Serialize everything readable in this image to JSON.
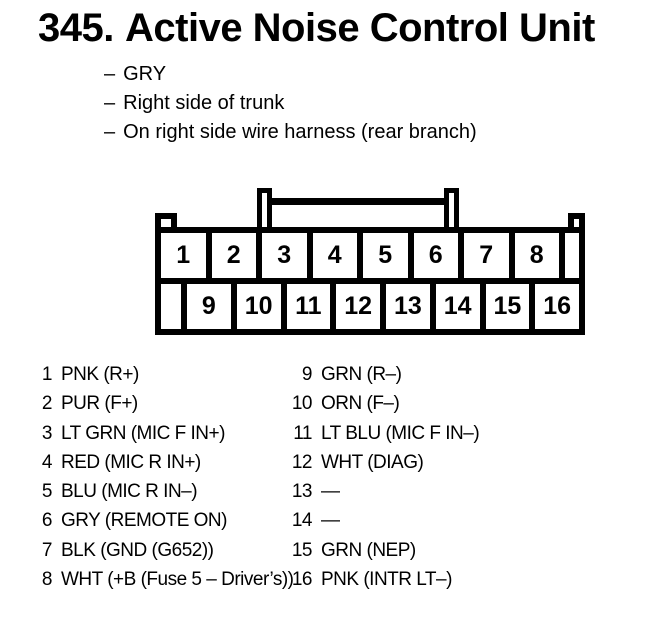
{
  "page": {
    "background": "#ffffff",
    "ink": "#000000"
  },
  "header": {
    "index": "345.",
    "title": "Active Noise Control Unit",
    "notes": [
      {
        "bullet": "–",
        "text": "GRY"
      },
      {
        "bullet": "–",
        "text": "Right side of trunk"
      },
      {
        "bullet": "–",
        "text": "On right side wire harness (rear branch)"
      }
    ]
  },
  "connector": {
    "description": "16-cavity connector, front view",
    "top_row_pins": [
      "1",
      "2",
      "3",
      "4",
      "5",
      "6",
      "7",
      "8"
    ],
    "bottom_row_pins": [
      "9",
      "10",
      "11",
      "12",
      "13",
      "14",
      "15",
      "16"
    ]
  },
  "pin_table": {
    "left": [
      {
        "pin": "1",
        "desc": "PNK (R+)"
      },
      {
        "pin": "2",
        "desc": "PUR (F+)"
      },
      {
        "pin": "3",
        "desc": "LT GRN (MIC F IN+)"
      },
      {
        "pin": "4",
        "desc": "RED (MIC R IN+)"
      },
      {
        "pin": "5",
        "desc": "BLU (MIC R IN–)"
      },
      {
        "pin": "6",
        "desc": "GRY (REMOTE ON)"
      },
      {
        "pin": "7",
        "desc": "BLK (GND (G652))"
      },
      {
        "pin": "8",
        "desc": "WHT (+B (Fuse 5 – Driver’s))"
      }
    ],
    "right": [
      {
        "pin": "9",
        "desc": "GRN (R–)"
      },
      {
        "pin": "10",
        "desc": "ORN (F–)"
      },
      {
        "pin": "11",
        "desc": "LT BLU (MIC F IN–)"
      },
      {
        "pin": "12",
        "desc": "WHT (DIAG)"
      },
      {
        "pin": "13",
        "desc": "—"
      },
      {
        "pin": "14",
        "desc": "—"
      },
      {
        "pin": "15",
        "desc": "GRN (NEP)"
      },
      {
        "pin": "16",
        "desc": "PNK (INTR LT–)"
      }
    ]
  }
}
